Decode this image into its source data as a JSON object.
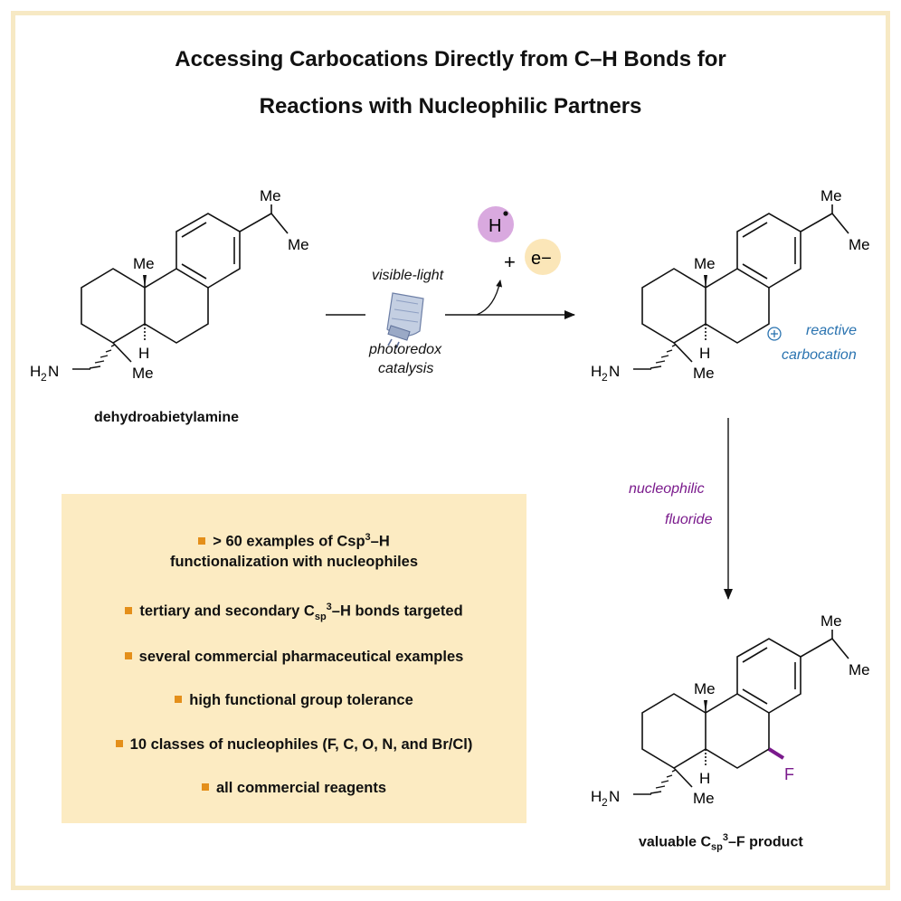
{
  "title": {
    "line1": "Accessing Carbocations Directly from C–H Bonds for",
    "line2": "Reactions with Nucleophilic Partners"
  },
  "molecule": {
    "me": "Me",
    "h": "H",
    "h2": "H",
    "two": "2",
    "n": "N",
    "f": "F"
  },
  "labels": {
    "starting_material": "dehydroabietylamine",
    "product_pre": "valuable C",
    "product_sub": "sp",
    "product_sup": "3",
    "product_post": "–F product"
  },
  "reaction": {
    "visible_light": "visible-light",
    "photoredox": "photoredox",
    "catalysis": "catalysis",
    "h_radical": "H",
    "plus": "+",
    "electron": "e−",
    "reactive": "reactive",
    "carbocation": "carbocation",
    "nucleophilic": "nucleophilic",
    "fluoride": "fluoride"
  },
  "features": {
    "f1_pre": "> 60 examples of Csp",
    "f1_sup": "3",
    "f1_post": "–H",
    "f1_line2": "functionalization with nucleophiles",
    "f2_pre": "tertiary and secondary C",
    "f2_sub": "sp",
    "f2_sup": "3",
    "f2_post": "–H bonds targeted",
    "f3": "several commercial pharmaceutical examples",
    "f4": "high functional group tolerance",
    "f5": "10 classes of nucleophiles (F, C, O, N, and Br/Cl)",
    "f6": "all commercial reagents"
  },
  "colors": {
    "frame": "#f7e9c4",
    "feature_box": "#fcebc2",
    "bullet": "#e48f1a",
    "carbocation_blue": "#2a73b0",
    "fluoride_purple": "#7a1a8c",
    "h_circle": "#d9a9df",
    "e_circle": "#fbe6b8"
  }
}
